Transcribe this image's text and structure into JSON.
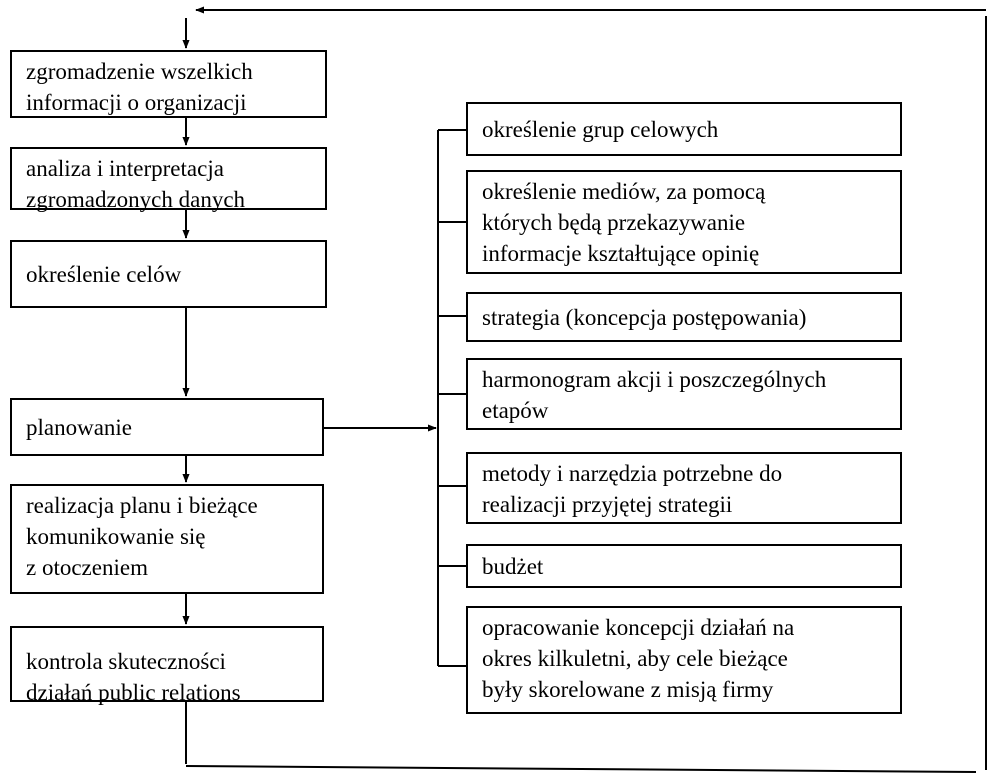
{
  "left_steps": [
    {
      "id": "gather",
      "text": "zgromadzenie wszelkich\ninformacji o organizacji"
    },
    {
      "id": "analyze",
      "text": "analiza i interpretacja\nzgromadzonych danych"
    },
    {
      "id": "goals",
      "text": "określenie celów"
    },
    {
      "id": "planning",
      "text": "planowanie"
    },
    {
      "id": "realization",
      "text": "realizacja planu i bieżące\nkomunikowanie się\nz otoczeniem"
    },
    {
      "id": "control",
      "text": "kontrola skuteczności\ndziałań public relations"
    }
  ],
  "plan_components": [
    {
      "id": "target-groups",
      "text": "określenie grup celowych"
    },
    {
      "id": "media",
      "text": "określenie mediów, za pomocą\nktórych będą przekazywanie\ninformacje kształtujące opinię"
    },
    {
      "id": "strategy",
      "text": "strategia (koncepcja postępowania)"
    },
    {
      "id": "schedule",
      "text": "harmonogram akcji i poszczególnych\netapów"
    },
    {
      "id": "methods",
      "text": "metody i narzędzia potrzebne do\nrealizacji przyjętej strategii"
    },
    {
      "id": "budget",
      "text": "budżet"
    },
    {
      "id": "concept",
      "text": "opracowanie koncepcji działań na\nokres kilkuletni, aby cele bieżące\nbyły skorelowane z misją firmy"
    }
  ]
}
